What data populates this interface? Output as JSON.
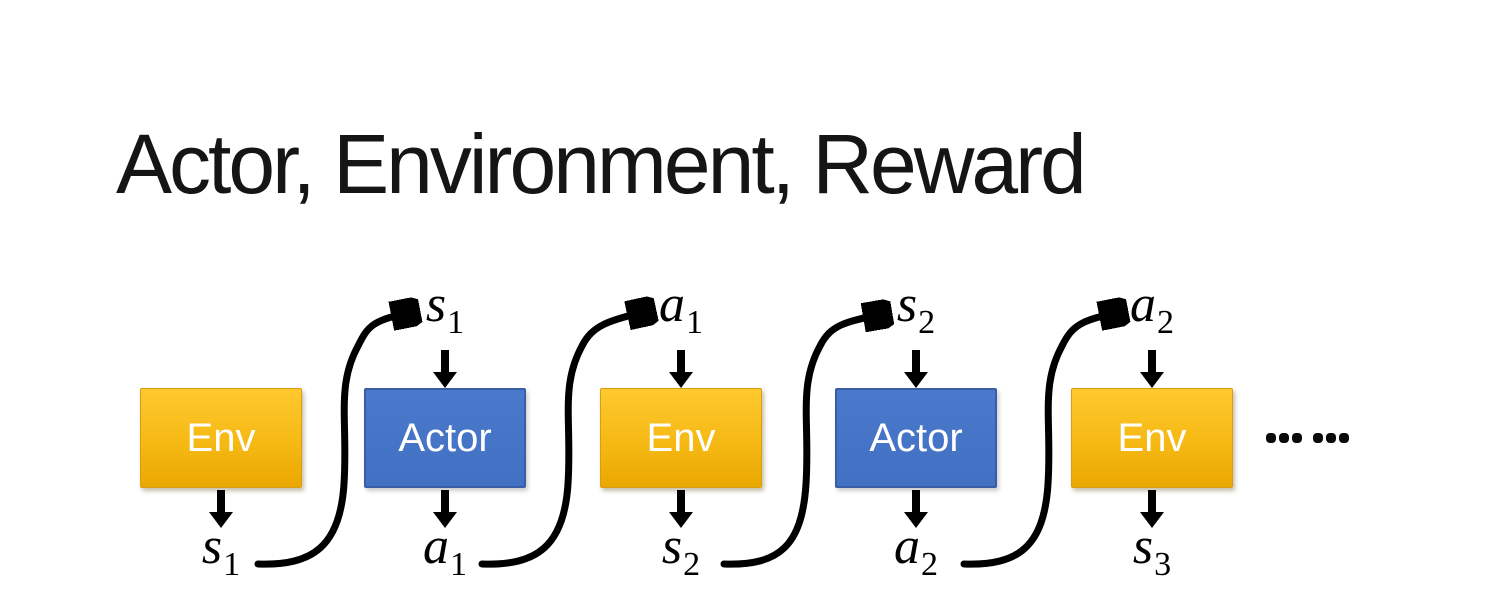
{
  "slide": {
    "title": "Actor, Environment, Reward",
    "ellipsis": "……"
  },
  "colors": {
    "env_fill_top": "#FEC92F",
    "env_fill_bottom": "#EAA701",
    "env_border": "#D89D12",
    "actor_fill": "#4472C4",
    "actor_border": "#3A5DA5",
    "box_text": "#FFFFFF",
    "arrow": "#000000",
    "title_text": "#151515",
    "background": "#FFFFFF"
  },
  "diagram": {
    "columns": [
      {
        "kind": "env",
        "box_label": "Env",
        "bottom_label": {
          "base": "s",
          "sub": "1"
        }
      },
      {
        "kind": "actor",
        "box_label": "Actor",
        "top_label": {
          "base": "s",
          "sub": "1"
        },
        "bottom_label": {
          "base": "a",
          "sub": "1"
        }
      },
      {
        "kind": "env",
        "box_label": "Env",
        "top_label": {
          "base": "a",
          "sub": "1"
        },
        "bottom_label": {
          "base": "s",
          "sub": "2"
        }
      },
      {
        "kind": "actor",
        "box_label": "Actor",
        "top_label": {
          "base": "s",
          "sub": "2"
        },
        "bottom_label": {
          "base": "a",
          "sub": "2"
        }
      },
      {
        "kind": "env",
        "box_label": "Env",
        "top_label": {
          "base": "a",
          "sub": "2"
        },
        "bottom_label": {
          "base": "s",
          "sub": "3"
        }
      }
    ]
  }
}
